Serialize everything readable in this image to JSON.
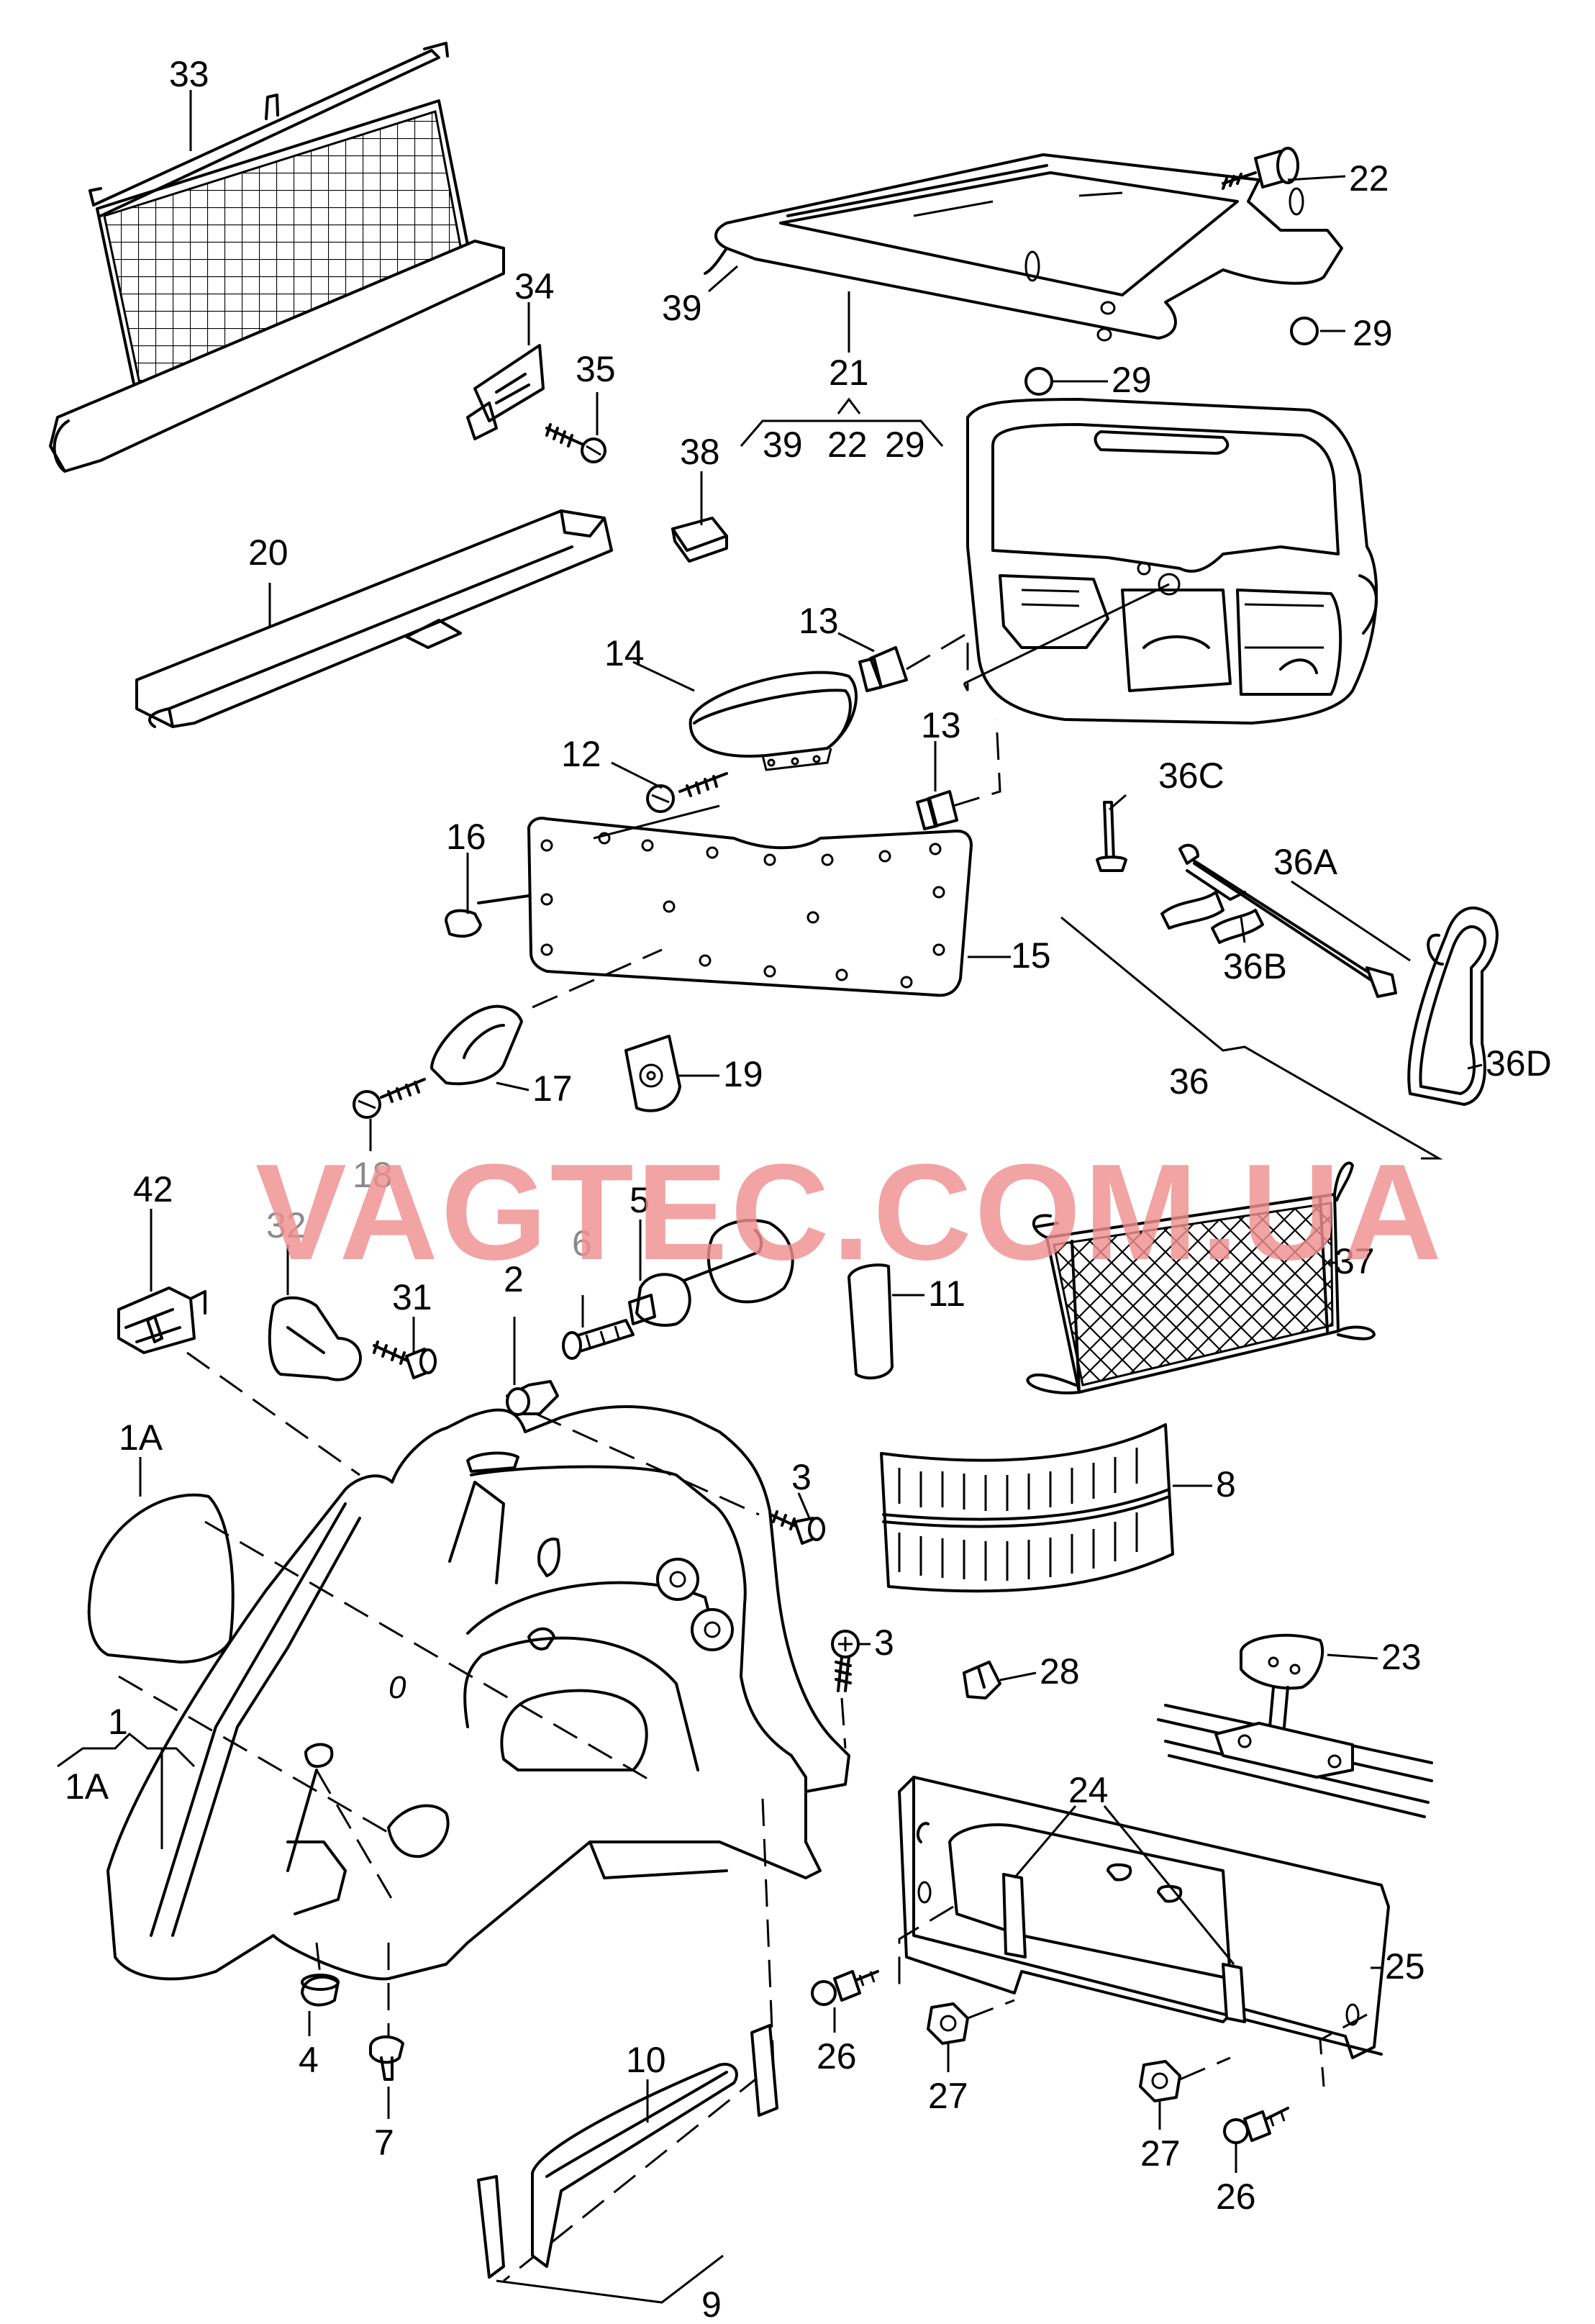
{
  "watermark": "VAGTEC.COM.UA",
  "callouts": {
    "c33": "33",
    "c34": "34",
    "c35": "35",
    "c20": "20",
    "c38": "38",
    "c22a": "22",
    "c29a": "29",
    "c29b": "29",
    "c39": "39",
    "c21": "21",
    "c21_39": "39",
    "c21_22": "22",
    "c21_29": "29",
    "c13a": "13",
    "c13b": "13",
    "c14": "14",
    "c12": "12",
    "c16": "16",
    "c15": "15",
    "c17": "17",
    "c18": "18",
    "c19": "19",
    "c36C": "36C",
    "c36A": "36A",
    "c36B": "36B",
    "c36": "36",
    "c36D": "36D",
    "c42": "42",
    "c32": "32",
    "c31": "31",
    "c6": "6",
    "c5": "5",
    "c2": "2",
    "c11": "11",
    "c37": "37",
    "c1A": "1A",
    "c1": "1",
    "c1_1A": "1A",
    "c3a": "3",
    "c3b": "3",
    "c8": "8",
    "c28": "28",
    "c23": "23",
    "c24": "24",
    "c25": "25",
    "c26a": "26",
    "c26b": "26",
    "c27a": "27",
    "c27b": "27",
    "c4": "4",
    "c7": "7",
    "c10": "10",
    "c9": "9"
  }
}
